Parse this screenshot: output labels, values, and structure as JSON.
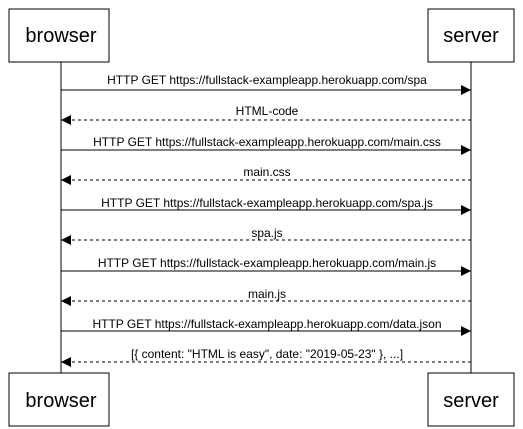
{
  "diagram": {
    "type": "sequence",
    "participants": [
      {
        "id": "browser",
        "label": "browser"
      },
      {
        "id": "server",
        "label": "server"
      }
    ],
    "messages": [
      {
        "from": "browser",
        "to": "server",
        "kind": "request",
        "label": "HTTP GET https://fullstack-exampleapp.herokuapp.com/spa"
      },
      {
        "from": "server",
        "to": "browser",
        "kind": "response",
        "label": "HTML-code"
      },
      {
        "from": "browser",
        "to": "server",
        "kind": "request",
        "label": "HTTP GET https://fullstack-exampleapp.herokuapp.com/main.css"
      },
      {
        "from": "server",
        "to": "browser",
        "kind": "response",
        "label": "main.css"
      },
      {
        "from": "browser",
        "to": "server",
        "kind": "request",
        "label": "HTTP GET https://fullstack-exampleapp.herokuapp.com/spa.js"
      },
      {
        "from": "server",
        "to": "browser",
        "kind": "response",
        "label": "spa.js"
      },
      {
        "from": "browser",
        "to": "server",
        "kind": "request",
        "label": "HTTP GET https://fullstack-exampleapp.herokuapp.com/main.js"
      },
      {
        "from": "server",
        "to": "browser",
        "kind": "response",
        "label": "main.js"
      },
      {
        "from": "browser",
        "to": "server",
        "kind": "request",
        "label": "HTTP GET https://fullstack-exampleapp.herokuapp.com/data.json"
      },
      {
        "from": "server",
        "to": "browser",
        "kind": "response",
        "label": "[{ content: \"HTML is easy\", date: \"2019-05-23\" }, ...]"
      }
    ]
  }
}
